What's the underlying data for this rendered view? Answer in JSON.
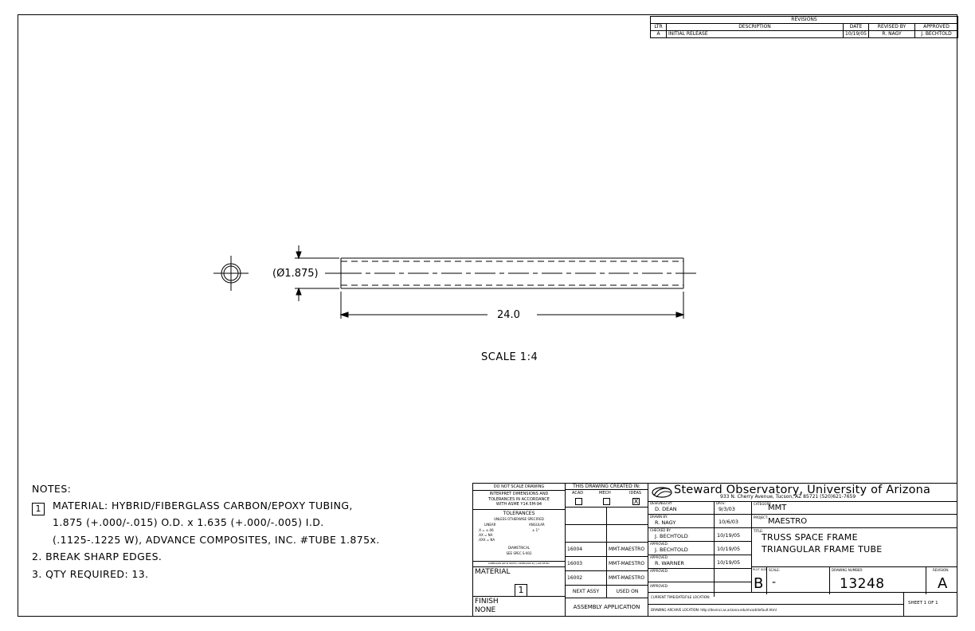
{
  "revisions": {
    "header": "REVISIONS",
    "col_ltr": "LTR",
    "col_desc": "DESCRIPTION",
    "col_date": "DATE",
    "col_revised": "REVISED BY",
    "col_approved": "APPROVED",
    "row": {
      "ltr": "A",
      "desc": "INITIAL RELEASE",
      "date": "10/19/05",
      "revised": "R. NAGY",
      "approved": "J. BECHTOLD"
    }
  },
  "drawing": {
    "diameter": "(Ø1.875)",
    "length": "24.0",
    "scale": "SCALE 1:4"
  },
  "notes": {
    "title": "NOTES:",
    "n1_marker": "1",
    "n1_line1": "MATERIAL: HYBRID/FIBERGLASS CARBON/EPOXY TUBING,",
    "n1_line2": "1.875 (+.000/-.015) O.D. x 1.635 (+.000/-.005) I.D.",
    "n1_line3": "(.1125-.1225 W), ADVANCE COMPOSITES, INC. #TUBE 1.875x.",
    "n2": "2. BREAK SHARP EDGES.",
    "n3": "3. QTY REQUIRED: 13."
  },
  "tolerance_block": {
    "do_not_scale": "DO NOT SCALE DRAWING",
    "interpret1": "INTERPRET DIMENSIONS AND",
    "interpret2": "TOLERANCES IN ACCORDANCE",
    "interpret3": "WITH ASME Y14.5M-94",
    "tol_title": "TOLERANCES",
    "tol_sub": "UNLESS OTHERWISE SPECIFIED",
    "linear": "LINEAR",
    "angular": "ANGULAR",
    "x1": ".X   = ±.06",
    "ang": "± 1°",
    "x2": ".XX  = NA",
    "x3": ".XXX = NA",
    "diametrical": "DIAMETRICAL",
    "see_spec": "SEE SPEC S-002",
    "dims_note": "DIMENSIONS ARE IN INCHES / DIMENSIONS IN [ ] ARE METRIC",
    "material_label": "MATERIAL",
    "material_marker": "1",
    "finish_label": "FINISH",
    "finish_value": "NONE"
  },
  "created_in": {
    "header": "THIS DRAWING CREATED IN:",
    "acad": "ACAD",
    "mech": "MECH",
    "ideas": "IDEAS",
    "ideas_mark": "X"
  },
  "assembly": {
    "rows": [
      {
        "next": "16004",
        "used": "MMT-MAESTRO"
      },
      {
        "next": "16003",
        "used": "MMT-MAESTRO"
      },
      {
        "next": "16002",
        "used": "MMT-MAESTRO"
      }
    ],
    "next_assy": "NEXT ASSY",
    "used_on": "USED ON",
    "application": "ASSEMBLY APPLICATION"
  },
  "org": {
    "name": "Steward Observatory, University of Arizona",
    "address": "933 N. Cherry Avenue, Tucson, AZ  85721   (520)621-7659"
  },
  "signoffs": {
    "designed_label": "DESIGNED BY:",
    "designed": "D. DEAN",
    "date_label": "DATE:",
    "designed_date": "9/3/03",
    "drawn_label": "DRAWN BY:",
    "drawn": "R. NAGY",
    "drawn_date": "10/6/03",
    "checked_label": "CHECKED BY:",
    "checked": "J. BECHTOLD",
    "checked_date": "10/19/05",
    "approved1_label": "APPROVED:",
    "approved1": "J. BECHTOLD",
    "approved1_date": "10/19/05",
    "approved2_label": "APPROVED:",
    "approved2": "R. WARNER",
    "approved2_date": "10/19/05",
    "approved3_label": "APPROVED:",
    "approved4_label": "APPROVED:"
  },
  "title_block": {
    "category_label": "CATEGORY:",
    "category": "MMT",
    "project_label": "PROJECT:",
    "project": "MAESTRO",
    "title_label": "TITLE:",
    "title1": "TRUSS SPACE FRAME",
    "title2": "TRIANGULAR FRAME TUBE",
    "plot_size_label": "PLOT SIZE",
    "plot_size": "B",
    "scale_label": "SCALE:",
    "scale": "-",
    "drawing_number_label": "DRAWING NUMBER:",
    "drawing_number": "13248",
    "revision_label": "REVISION:",
    "revision": "A",
    "current_loc": "CURRENT TIME/DATE/FILE LOCATION:",
    "archive_loc": "DRAWING ARCHIVE LOCATION: http://devinci.as.arizona.edu/mcad/default.html",
    "sheet": "SHEET 1 OF 1"
  }
}
